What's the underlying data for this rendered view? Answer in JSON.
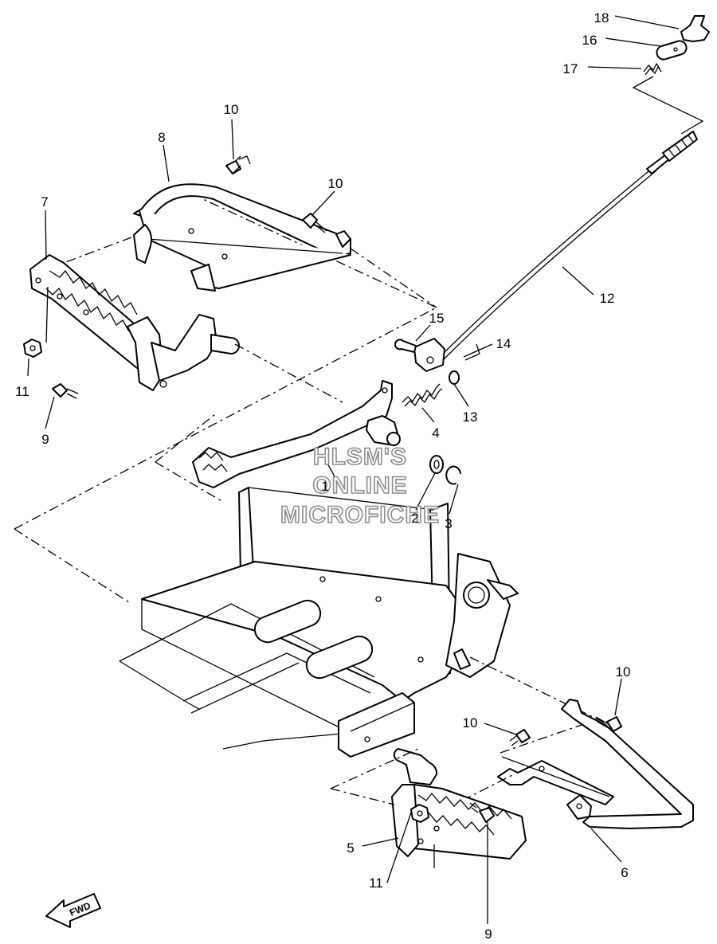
{
  "diagram": {
    "callouts": [
      {
        "id": "c18a",
        "text": "18"
      },
      {
        "id": "c16a",
        "text": "16"
      },
      {
        "id": "c17a",
        "text": "17"
      },
      {
        "id": "c10a",
        "text": "10"
      },
      {
        "id": "c8",
        "text": "8"
      },
      {
        "id": "c10b",
        "text": "10"
      },
      {
        "id": "c7",
        "text": "7"
      },
      {
        "id": "c12",
        "text": "12"
      },
      {
        "id": "c15",
        "text": "15"
      },
      {
        "id": "c14",
        "text": "14"
      },
      {
        "id": "c11a",
        "text": "11"
      },
      {
        "id": "c9a",
        "text": "9"
      },
      {
        "id": "c13",
        "text": "13"
      },
      {
        "id": "c4",
        "text": "4"
      },
      {
        "id": "c1",
        "text": "1"
      },
      {
        "id": "c2",
        "text": "2"
      },
      {
        "id": "c3",
        "text": "3"
      },
      {
        "id": "c10c",
        "text": "10"
      },
      {
        "id": "c10d",
        "text": "10"
      },
      {
        "id": "c5",
        "text": "5"
      },
      {
        "id": "c6",
        "text": "6"
      },
      {
        "id": "c11b",
        "text": "11"
      },
      {
        "id": "c9b",
        "text": "9"
      }
    ],
    "watermark": [
      "HLSM'S",
      "ONLINE",
      "MICROFICHE"
    ],
    "fwd_label": "FWD"
  }
}
